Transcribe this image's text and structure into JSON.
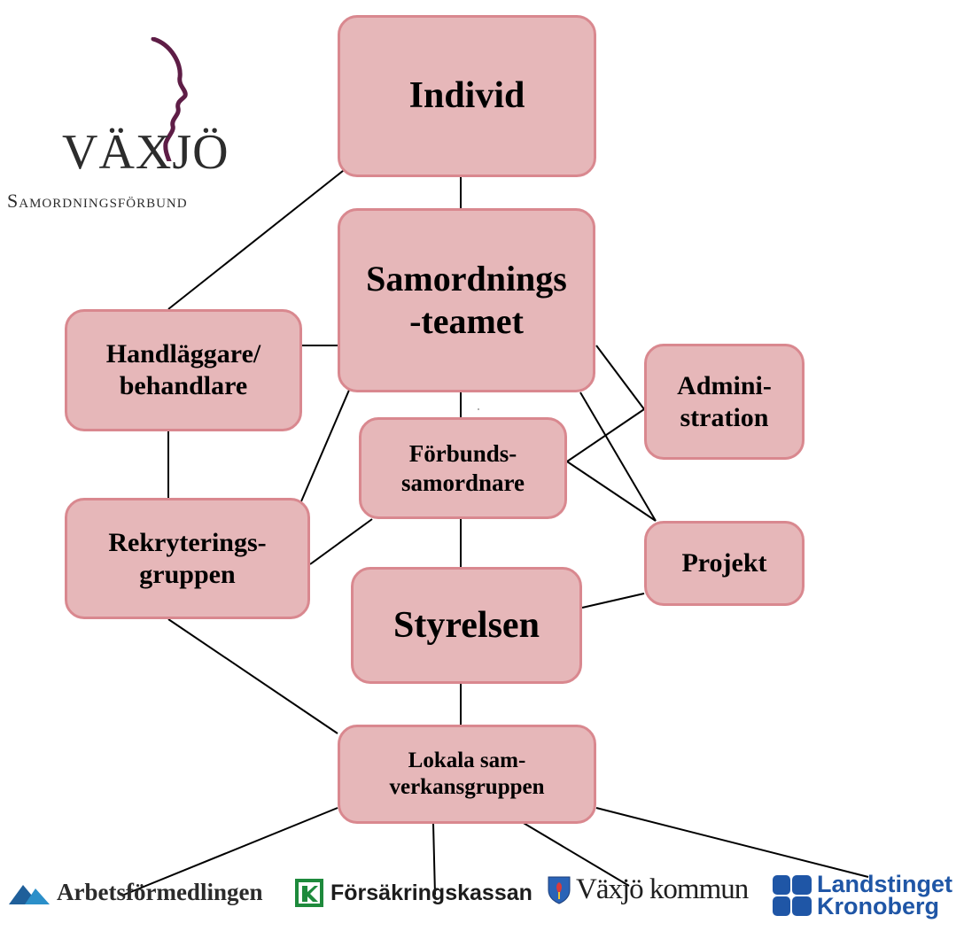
{
  "nodes": {
    "individ": "Individ",
    "samordningsteamet": "Samordnings\n-teamet",
    "handlaggare": "Handläggare/\nbehandlare",
    "administration": "Admini-\nstration",
    "forbundssamordnare": "Förbunds-\nsamordnare",
    "rekryteringsgruppen": "Rekryterings-\ngruppen",
    "projekt": "Projekt",
    "styrelsen": "Styrelsen",
    "lokala_samverkansgruppen": "Lokala sam-\nverkansgruppen"
  },
  "logo": {
    "title": "VÄXJÖ",
    "subtitle": "Samordningsförbund",
    "color": "#5e1d46"
  },
  "partners": {
    "arbetsformedlingen": "Arbetsförmedlingen",
    "forsakringskassan": "Försäkringskassan",
    "vaxjo_kommun": "Växjö kommun",
    "landstinget": "Landstinget\nKronoberg"
  },
  "colors": {
    "node_fill": "#e6b7b9",
    "node_border": "#d9888f",
    "line": "#000000"
  }
}
